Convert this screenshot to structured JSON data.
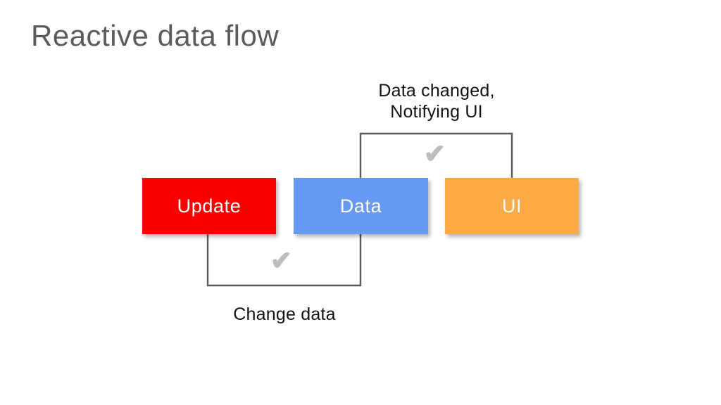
{
  "slide": {
    "title": "Reactive data flow",
    "background_color": "#ffffff",
    "title_color": "#5b5b5b"
  },
  "diagram": {
    "type": "flow",
    "nodes": [
      {
        "id": "update",
        "label": "Update",
        "color": "#fb0000",
        "text_color": "#ffffff"
      },
      {
        "id": "data",
        "label": "Data",
        "color": "#6699f4",
        "text_color": "#ffffff"
      },
      {
        "id": "ui",
        "label": "UI",
        "color": "#fbaa45",
        "text_color": "#ffffff"
      }
    ],
    "edges": [
      {
        "id": "change-data",
        "from": "update",
        "to": "data",
        "label": "Change data",
        "route": "below",
        "marker": "check",
        "line_color": "#595959"
      },
      {
        "id": "data-changed",
        "from": "ui",
        "to": "data",
        "label": "Data changed,\nNotifying UI",
        "route": "above",
        "marker": "check",
        "line_color": "#595959"
      }
    ],
    "markers": {
      "check_glyph": "✔",
      "check_color": "#bdbdbd"
    }
  }
}
